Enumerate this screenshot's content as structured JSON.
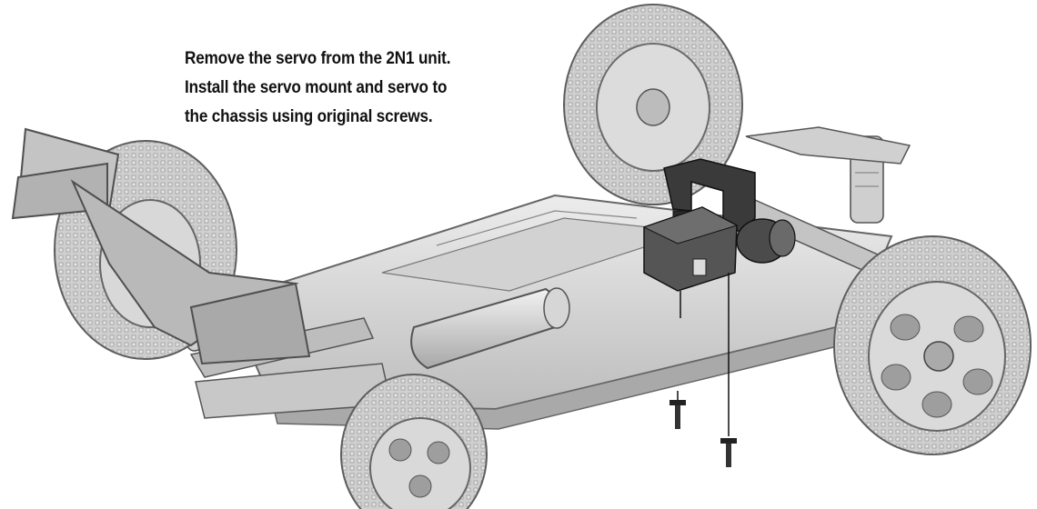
{
  "instruction": {
    "line1": "Remove the servo from the 2N1 unit.",
    "line2": "Install the servo mount and servo to",
    "line3": "the chassis using original screws."
  },
  "illustration": {
    "subject": "rc-buggy-chassis",
    "highlighted_parts": [
      "servo",
      "servo-mount",
      "screws"
    ],
    "colors": {
      "body": "#d9d9d9",
      "outline": "#6b6b6b",
      "dark_part": "#2e2e2e",
      "tire": "#c9c9c9"
    }
  }
}
